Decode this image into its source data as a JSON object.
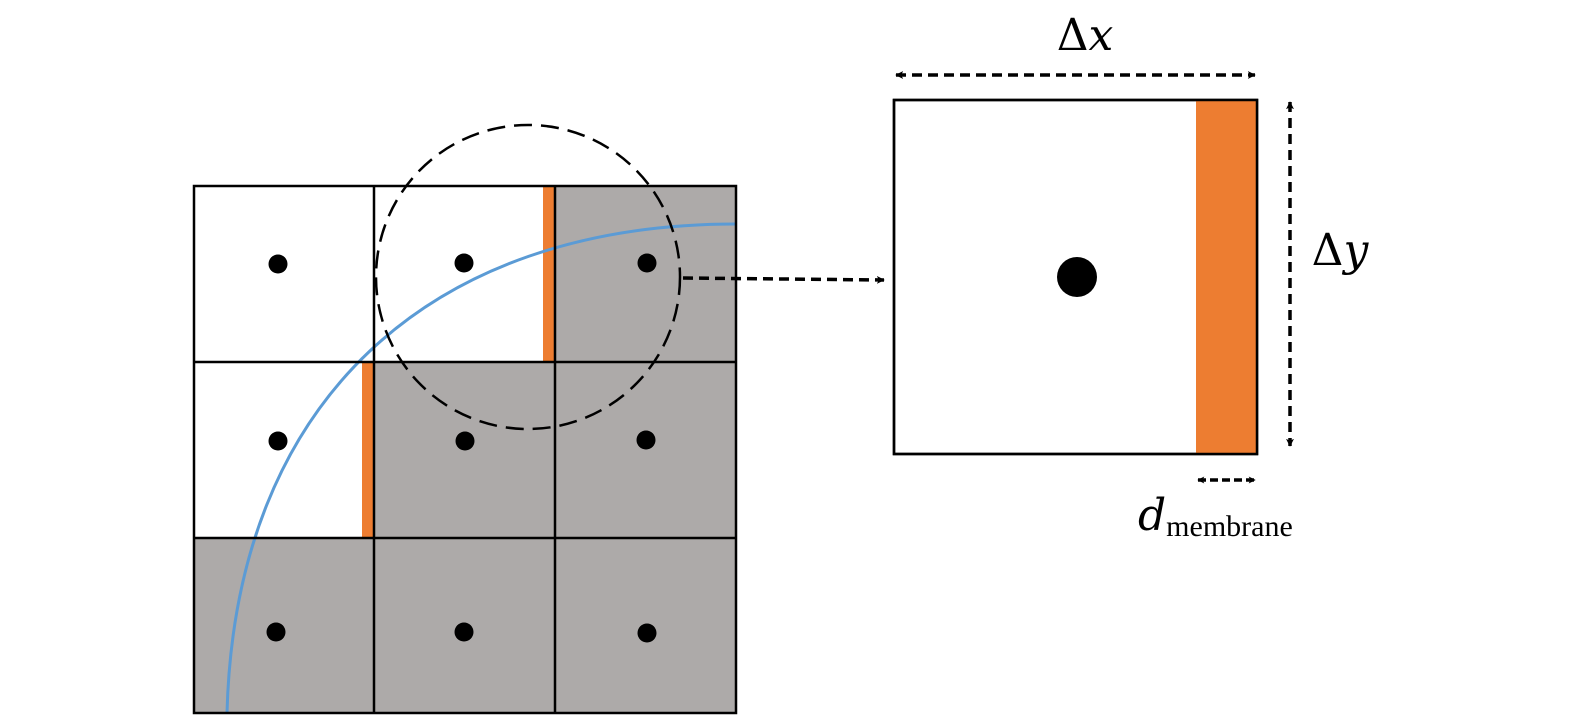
{
  "labels": {
    "delta_x": {
      "symbol": "Δ",
      "var": "x"
    },
    "delta_y": {
      "symbol": "Δ",
      "var": "y"
    },
    "d_membrane": {
      "var": "d",
      "subscript": "membrane"
    }
  },
  "colors": {
    "gray_cell": "#adaaa9",
    "white_cell": "#ffffff",
    "membrane": "#ed7d31",
    "interface_curve": "#5b9bd5",
    "lines": "#000000"
  },
  "grid": {
    "rows": 3,
    "cols": 3,
    "cell_fill": [
      [
        "white",
        "white",
        "gray"
      ],
      [
        "white",
        "gray",
        "gray"
      ],
      [
        "gray",
        "gray",
        "gray"
      ]
    ],
    "membrane_cells": [
      {
        "row": 0,
        "col": 1,
        "side": "right"
      },
      {
        "row": 1,
        "col": 0,
        "side": "right"
      }
    ]
  },
  "icons": {
    "cell_center": "filled-dot",
    "zoom_indicator": "dashed-circle",
    "dimension_arrow": "double-headed-dashed-arrow"
  }
}
